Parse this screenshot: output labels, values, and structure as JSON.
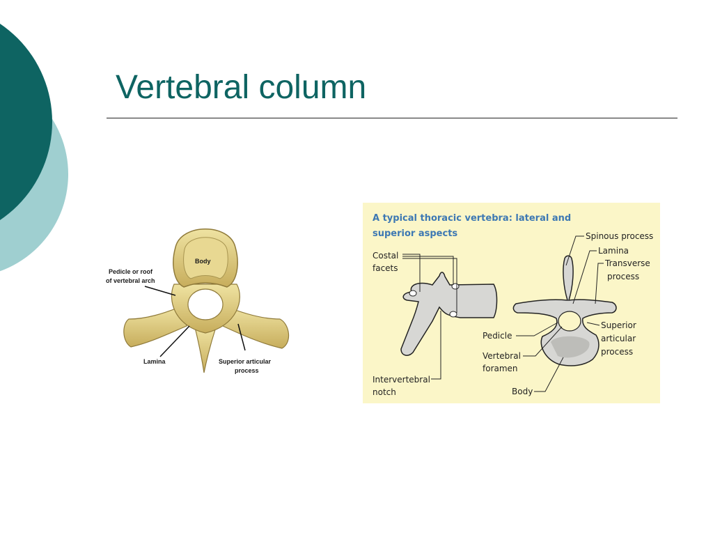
{
  "slide": {
    "title": "Vertebral column",
    "accent_dark": "#0e6462",
    "accent_light": "#9fcfd0"
  },
  "left_figure": {
    "labels": {
      "body": "Body",
      "pedicle_line1": "Pedicle or roof",
      "pedicle_line2": "of vertebral arch",
      "lamina": "Lamina",
      "superior_line1": "Superior articular",
      "superior_line2": "process"
    }
  },
  "right_figure": {
    "background": "#fbf6c8",
    "heading_line1": "A typical thoracic vertebra: lateral and",
    "heading_line2": "superior aspects",
    "labels": {
      "costal_line1": "Costal",
      "costal_line2": "facets",
      "intervertebral_line1": "Intervertebral",
      "intervertebral_line2": "notch",
      "spinous": "Spinous process",
      "lamina": "Lamina",
      "transverse_line1": "Transverse",
      "transverse_line2": "process",
      "pedicle": "Pedicle",
      "superior_line1": "Superior",
      "superior_line2": "articular",
      "superior_line3": "process",
      "foramen_line1": "Vertebral",
      "foramen_line2": "foramen",
      "body": "Body"
    }
  }
}
